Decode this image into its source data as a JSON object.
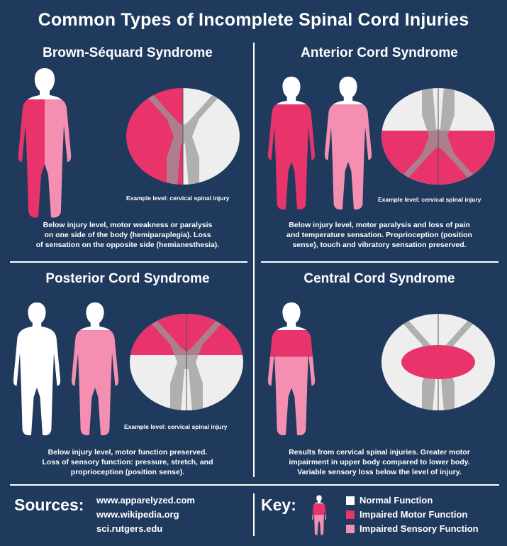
{
  "title": "Common Types of Incomplete Spinal Cord Injuries",
  "panels": [
    {
      "title": "Brown-Séquard Syndrome",
      "example": "Example level: cervical spinal injury",
      "caption": [
        "Below injury level, motor weakness or paralysis",
        "on one side of the body (hemiparaplegia). Loss",
        "of sensation on the opposite side (hemianesthesia)."
      ]
    },
    {
      "title": "Anterior Cord Syndrome",
      "example": "Example level: cervical spinal injury",
      "caption": [
        "Below injury level, motor paralysis and loss of pain",
        "and temperature sensation. Proprioception (position",
        "sense), touch and vibratory sensation preserved."
      ]
    },
    {
      "title": "Posterior Cord Syndrome",
      "example": "Example level: cervical spinal injury",
      "caption": [
        "Below injury level, motor function preserved.",
        "Loss of sensory function:  pressure, stretch, and",
        "proprioception (position sense)."
      ]
    },
    {
      "title": "Central Cord Syndrome",
      "caption": [
        "Results from cervical spinal injuries. Greater motor",
        "impairment in upper body compared to lower body.",
        "Variable sensory loss below the level of injury."
      ]
    }
  ],
  "sources": {
    "heading": "Sources:",
    "items": [
      "www.apparelyzed.com",
      "www.wikipedia.org",
      "sci.rutgers.edu"
    ]
  },
  "key": {
    "heading": "Key:",
    "items": [
      {
        "label": "Normal Function",
        "color": "#ffffff"
      },
      {
        "label": "Impaired Motor Function",
        "color": "#e8336b"
      },
      {
        "label": "Impaired Sensory Function",
        "color": "#f48fb1"
      }
    ]
  },
  "colors": {
    "background": "#203a5e",
    "motor": "#e8336b",
    "sensory": "#f48fb1",
    "normal": "#ffffff",
    "cord_white": "#eeeeee",
    "cord_gray": "#9a9a9a"
  }
}
